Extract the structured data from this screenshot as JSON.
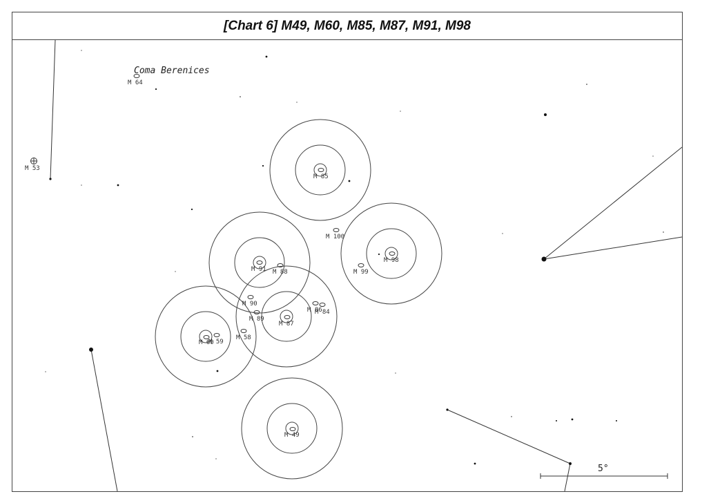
{
  "title": "[Chart 6] M49, M60, M85, M87, M91, M98",
  "constellation_label": "Coma Berenices",
  "scale_label": "5°",
  "finder_targets": [
    {
      "label": "M 49"
    },
    {
      "label": "M 60"
    },
    {
      "label": "M 85"
    },
    {
      "label": "M 87"
    },
    {
      "label": "M 91"
    },
    {
      "label": "M 98"
    }
  ],
  "other_objects": [
    {
      "label": "M 64",
      "type": "galaxy"
    },
    {
      "label": "M 53",
      "type": "globular-cluster"
    },
    {
      "label": "M 100",
      "type": "galaxy"
    },
    {
      "label": "M 99",
      "type": "galaxy"
    },
    {
      "label": "M 88",
      "type": "galaxy"
    },
    {
      "label": "M 90",
      "type": "galaxy"
    },
    {
      "label": "M 89",
      "type": "galaxy"
    },
    {
      "label": "M 86",
      "type": "galaxy"
    },
    {
      "label": "M 84",
      "type": "galaxy"
    },
    {
      "label": "M 58",
      "type": "galaxy"
    },
    {
      "label": "M 59",
      "type": "galaxy"
    }
  ]
}
